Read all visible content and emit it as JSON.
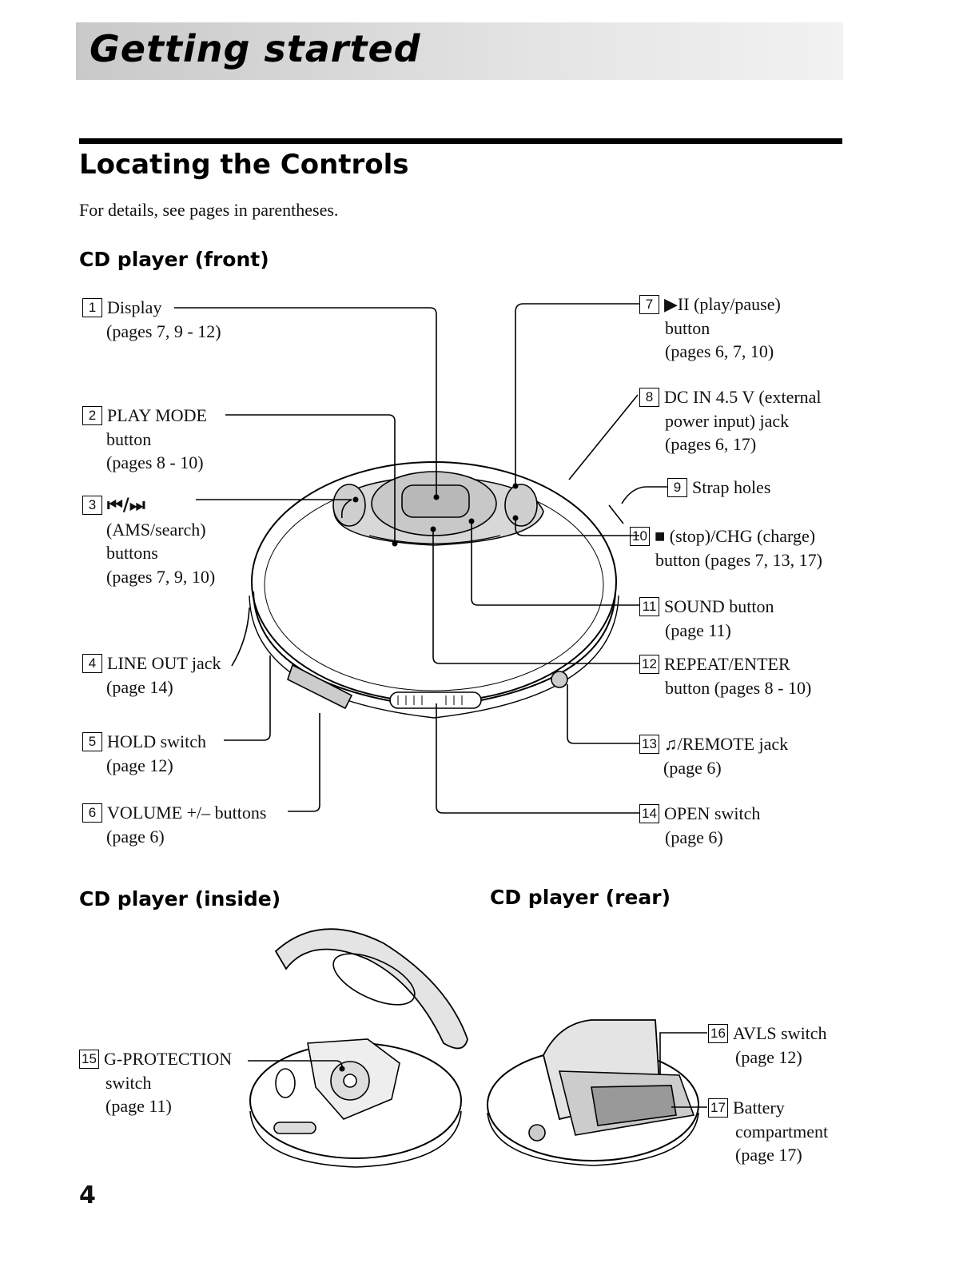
{
  "header": {
    "title": "Getting started"
  },
  "section": {
    "title": "Locating the Controls",
    "intro": "For details, see pages in parentheses."
  },
  "front": {
    "heading": "CD player (front)",
    "items": [
      {
        "num": "1",
        "name": "Display",
        "lines": [
          "(pages 7, 9 - 12)"
        ]
      },
      {
        "num": "2",
        "name": "PLAY MODE",
        "lines": [
          "button",
          "(pages 8 - 10)"
        ]
      },
      {
        "num": "3",
        "name": "⏮/⏭",
        "lines": [
          "(AMS/search)",
          "buttons",
          "(pages 7, 9, 10)"
        ]
      },
      {
        "num": "4",
        "name": "LINE OUT jack",
        "lines": [
          "(page 14)"
        ]
      },
      {
        "num": "5",
        "name": "HOLD switch",
        "lines": [
          "(page 12)"
        ]
      },
      {
        "num": "6",
        "name": "VOLUME +/– buttons",
        "lines": [
          "(page 6)"
        ]
      },
      {
        "num": "7",
        "name": "▶II (play/pause)",
        "lines": [
          "button",
          "(pages 6, 7, 10)"
        ]
      },
      {
        "num": "8",
        "name": "DC IN 4.5 V (external",
        "lines": [
          "power input) jack",
          "(pages 6, 17)"
        ]
      },
      {
        "num": "9",
        "name": "Strap holes",
        "lines": []
      },
      {
        "num": "10",
        "name": "■ (stop)/CHG (charge)",
        "lines": [
          "button (pages 7, 13, 17)"
        ]
      },
      {
        "num": "11",
        "name": "SOUND button",
        "lines": [
          "(page 11)"
        ]
      },
      {
        "num": "12",
        "name": "REPEAT/ENTER",
        "lines": [
          "button (pages 8 - 10)"
        ]
      },
      {
        "num": "13",
        "name": "♫/REMOTE jack",
        "lines": [
          "(page 6)"
        ]
      },
      {
        "num": "14",
        "name": "OPEN switch",
        "lines": [
          "(page 6)"
        ]
      }
    ]
  },
  "inside": {
    "heading": "CD player (inside)",
    "items": [
      {
        "num": "15",
        "name": "G-PROTECTION",
        "lines": [
          "switch",
          "(page 11)"
        ]
      }
    ]
  },
  "rear": {
    "heading": "CD player (rear)",
    "items": [
      {
        "num": "16",
        "name": "AVLS switch",
        "lines": [
          "(page 12)"
        ]
      },
      {
        "num": "17",
        "name": "Battery",
        "lines": [
          "compartment",
          "(page 17)"
        ]
      }
    ]
  },
  "page_number": "4"
}
